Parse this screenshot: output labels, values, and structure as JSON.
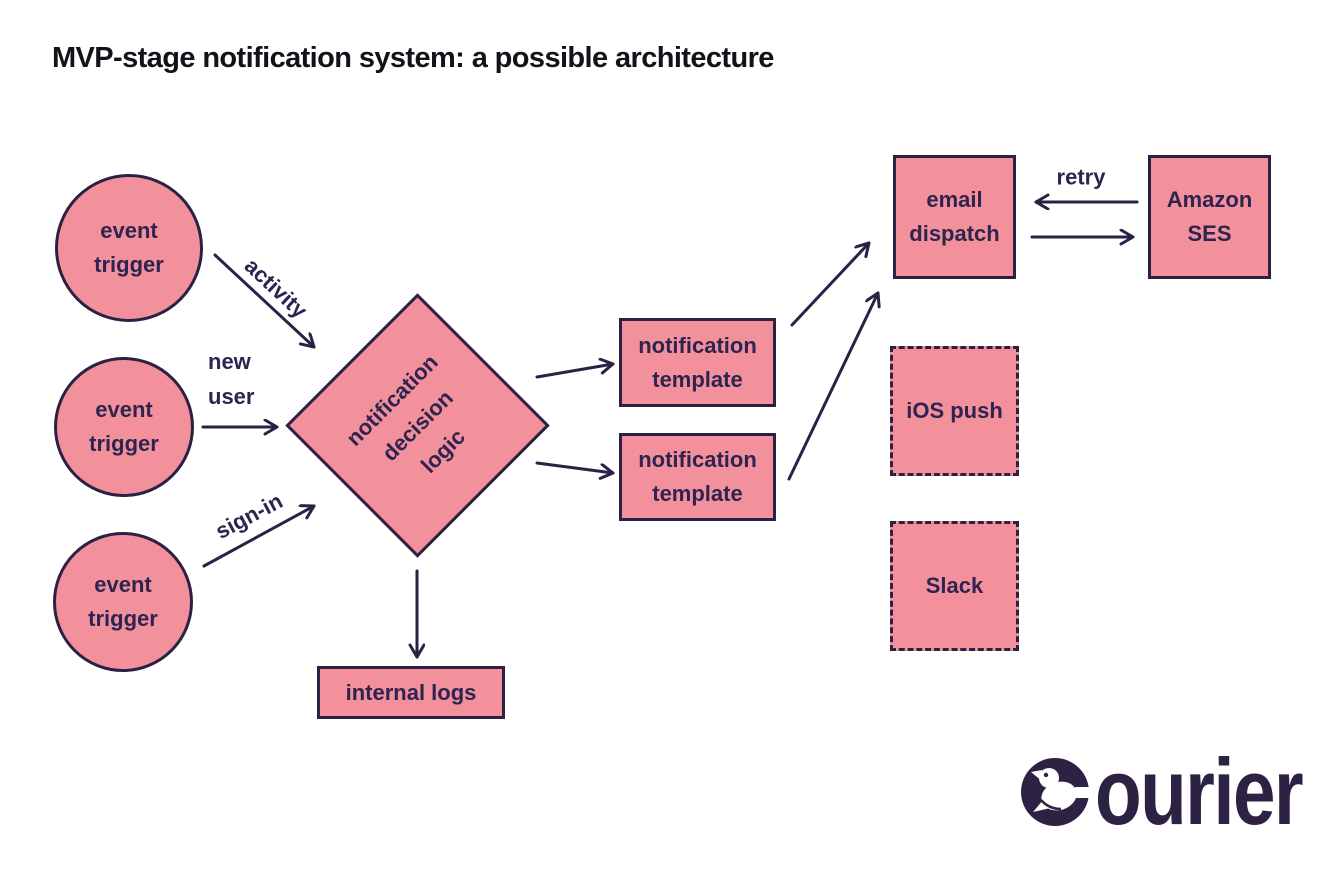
{
  "title": "MVP-stage notification system: a possible architecture",
  "colors": {
    "node_fill": "#F2919B",
    "ink": "#2C2144",
    "node_text": "#2F2350",
    "title_ink": "#161019",
    "logo_ink": "#2D2243",
    "background": "#FFFFFF"
  },
  "nodes": {
    "trigger_activity": {
      "label": "event\ntrigger",
      "shape": "circle"
    },
    "trigger_new_user": {
      "label": "event\ntrigger",
      "shape": "circle"
    },
    "trigger_sign_in": {
      "label": "event\ntrigger",
      "shape": "circle"
    },
    "decision": {
      "label": "notification\ndecision\nlogic",
      "shape": "diamond"
    },
    "template_top": {
      "label": "notification\ntemplate",
      "shape": "rect"
    },
    "template_bottom": {
      "label": "notification\ntemplate",
      "shape": "rect"
    },
    "email_dispatch": {
      "label": "email\ndispatch",
      "shape": "rect"
    },
    "amazon_ses": {
      "label": "Amazon\nSES",
      "shape": "rect"
    },
    "ios_push": {
      "label": "iOS push",
      "shape": "rect-dashed"
    },
    "slack": {
      "label": "Slack",
      "shape": "rect-dashed"
    },
    "internal_logs": {
      "label": "internal logs",
      "shape": "rect"
    }
  },
  "edge_labels": {
    "activity": "activity",
    "new_user": "new\nuser",
    "sign_in": "sign-in",
    "retry": "retry"
  },
  "edges": [
    {
      "from": "trigger_activity",
      "to": "decision",
      "label": "activity"
    },
    {
      "from": "trigger_new_user",
      "to": "decision",
      "label": "new user"
    },
    {
      "from": "trigger_sign_in",
      "to": "decision",
      "label": "sign-in"
    },
    {
      "from": "decision",
      "to": "template_top",
      "label": ""
    },
    {
      "from": "decision",
      "to": "template_bottom",
      "label": ""
    },
    {
      "from": "decision",
      "to": "internal_logs",
      "label": ""
    },
    {
      "from": "template_top",
      "to": "email_dispatch",
      "label": ""
    },
    {
      "from": "template_bottom",
      "to": "email_dispatch",
      "label": ""
    },
    {
      "from": "amazon_ses",
      "to": "email_dispatch",
      "label": "retry"
    },
    {
      "from": "email_dispatch",
      "to": "amazon_ses",
      "label": ""
    }
  ],
  "logo": {
    "brand": "Courier",
    "wordmark_tail": "ourier"
  }
}
